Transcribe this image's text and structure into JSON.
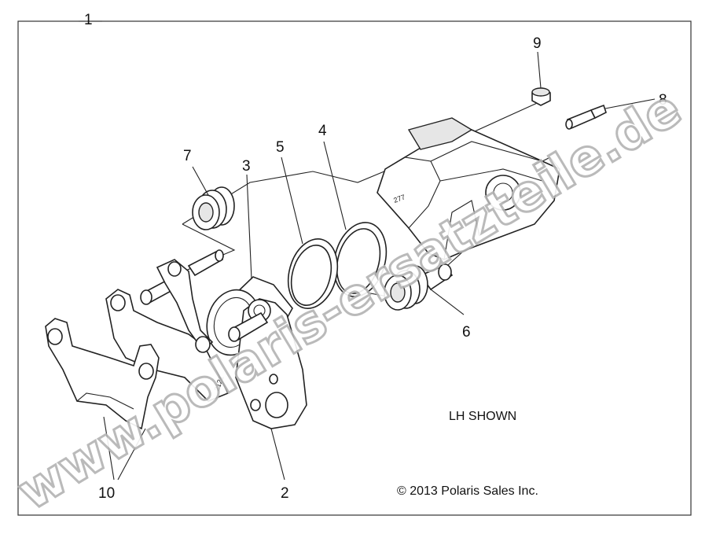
{
  "callouts": {
    "c1": "1",
    "c2": "2",
    "c3": "3",
    "c4": "4",
    "c5": "5",
    "c6": "6",
    "c7": "7",
    "c8": "8",
    "c9": "9",
    "c10": "10"
  },
  "part_marks": {
    "caliper_mark": "277",
    "pad_mark": "2121"
  },
  "note": "LH SHOWN",
  "copyright": "© 2013 Polaris Sales Inc.",
  "watermark": "www.polaris-ersatzteile.de",
  "colors": {
    "line": "#222222",
    "watermark_outline": "#b3b3b3",
    "background": "#ffffff"
  }
}
